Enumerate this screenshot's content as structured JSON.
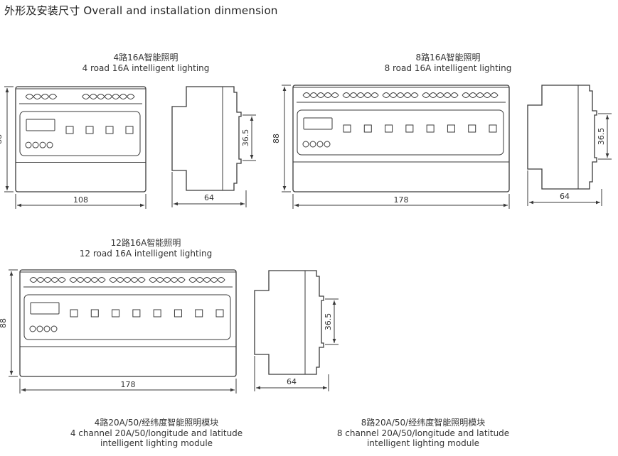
{
  "title": "外形及安装尺寸 Overall and installation dinmension",
  "captions": [
    {
      "cn": "4路16A智能照明",
      "en": "4 road 16A intelligent lighting"
    },
    {
      "cn": "8路16A智能照明",
      "en": "8 road 16A intelligent lighting"
    },
    {
      "cn": "12路16A智能照明",
      "en": "12 road 16A intelligent lighting"
    },
    {
      "cn": "4路20A/50/经纬度智能照明模块",
      "en": "4 channel 20A/50/longitude and latitude",
      "en2": "intelligent lighting module"
    },
    {
      "cn": "8路20A/50/经纬度智能照明模块",
      "en": "8 channel 20A/50/longitude and latitude",
      "en2": "intelligent lighting module"
    }
  ],
  "dimensions": {
    "height": "88",
    "depth": "64",
    "rail": "36.5",
    "width_4": "108",
    "width_8": "178",
    "width_12": "178"
  },
  "modules": [
    {
      "id": "m4",
      "keys": 4,
      "terminal_groups": 2
    },
    {
      "id": "m8",
      "keys": 8,
      "terminal_groups": 5
    },
    {
      "id": "m12",
      "keys": 8,
      "terminal_groups": 5
    }
  ],
  "colors": {
    "line": "#3a3a3a",
    "text": "#2a2a2a"
  }
}
